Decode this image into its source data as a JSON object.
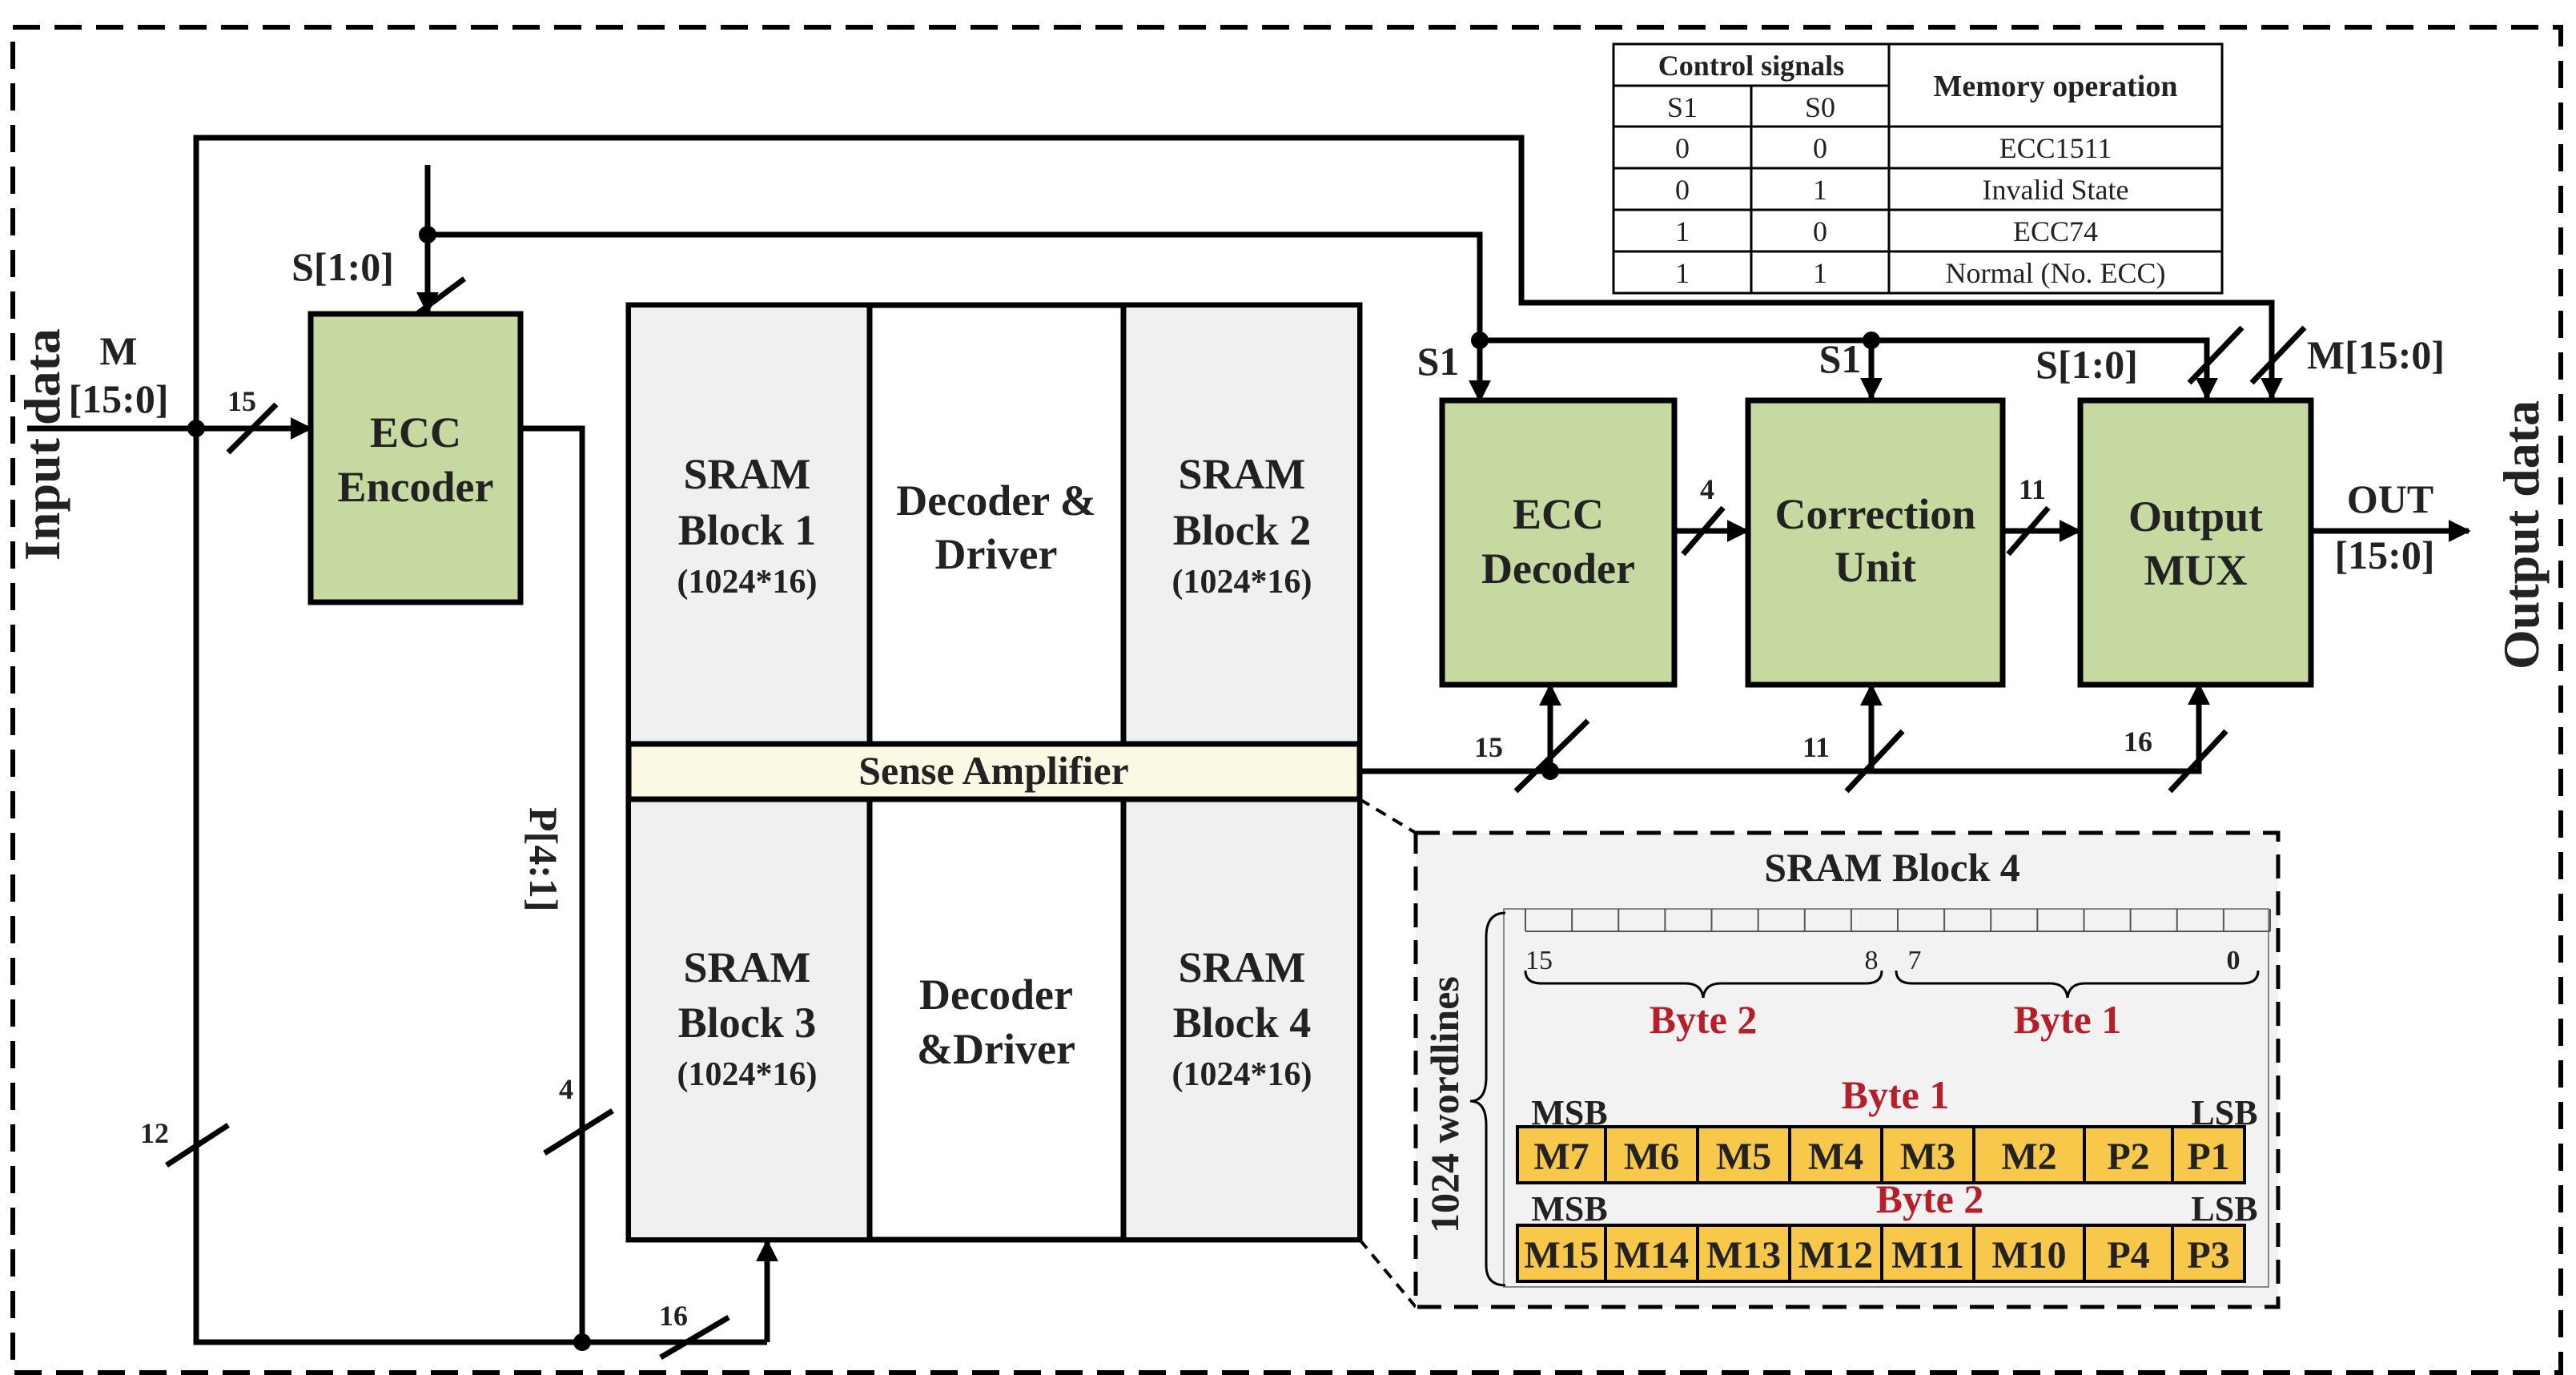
{
  "colors": {
    "block_green": "#c6d9a0",
    "sram_gray": "#eef0f1",
    "sense_amp": "#fbf8e4",
    "panel_gray": "#f2f2f2",
    "cell_yellow": "#f7c84a",
    "byte_red": "#b51f2a"
  },
  "side_labels": {
    "input": "Input data",
    "output": "Output data"
  },
  "input": {
    "m_label": "M",
    "m_range": "[15:0]",
    "width_15": "15"
  },
  "encoder": {
    "line1": "ECC",
    "line2": "Encoder",
    "select": "S[1:0]"
  },
  "memory": {
    "block1": {
      "line1": "SRAM",
      "line2": "Block 1",
      "size": "(1024*16)"
    },
    "block2": {
      "line1": "SRAM",
      "line2": "Block 2",
      "size": "(1024*16)"
    },
    "block3": {
      "line1": "SRAM",
      "line2": "Block 3",
      "size": "(1024*16)"
    },
    "block4": {
      "line1": "SRAM",
      "line2": "Block 4",
      "size": "(1024*16)"
    },
    "decoder_top": {
      "line1": "Decoder &",
      "line2": "Driver"
    },
    "decoder_bottom": {
      "line1": "Decoder",
      "line2": "&Driver"
    },
    "sense_amp": "Sense Amplifier"
  },
  "pipeline": {
    "ecc_decoder": {
      "line1": "ECC",
      "line2": "Decoder",
      "select": "S1"
    },
    "correction": {
      "line1": "Correction",
      "line2": "Unit",
      "select": "S1"
    },
    "output_mux": {
      "line1": "Output",
      "line2": "MUX",
      "select": "S[1:0]",
      "m_in": "M[15:0]"
    },
    "out_label": "OUT",
    "out_range": "[15:0]"
  },
  "widths": {
    "dec_to_corr": "4",
    "corr_to_mux": "11",
    "sa_to_dec": "15",
    "sa_to_corr": "11",
    "sa_to_mux": "16",
    "left_bus": "12",
    "parity_bus": "4",
    "bottom_bus": "16"
  },
  "parity_label": "P[4:1]",
  "control_table": {
    "group_header": "Control signals",
    "col_s1": "S1",
    "col_s0": "S0",
    "col_op": "Memory operation",
    "rows": [
      {
        "s1": "0",
        "s0": "0",
        "op": "ECC1511"
      },
      {
        "s1": "0",
        "s0": "1",
        "op": "Invalid State"
      },
      {
        "s1": "1",
        "s0": "0",
        "op": "ECC74"
      },
      {
        "s1": "1",
        "s0": "1",
        "op": "Normal (No. ECC)"
      }
    ]
  },
  "detail": {
    "title": "SRAM Block 4",
    "wordlines": "1024 wordlines",
    "bit15": "15",
    "bit8": "8",
    "bit7": "7",
    "bit0": "0",
    "byte2_label": "Byte 2",
    "byte1_label": "Byte 1",
    "row1": {
      "msb": "MSB",
      "lsb": "LSB",
      "name": "Byte 1",
      "cells": [
        "M7",
        "M6",
        "M5",
        "M4",
        "M3",
        "M2",
        "P2",
        "P1"
      ]
    },
    "row2": {
      "msb": "MSB",
      "lsb": "LSB",
      "name": "Byte 2",
      "cells": [
        "M15",
        "M14",
        "M13",
        "M12",
        "M11",
        "M10",
        "P4",
        "P3"
      ]
    }
  }
}
